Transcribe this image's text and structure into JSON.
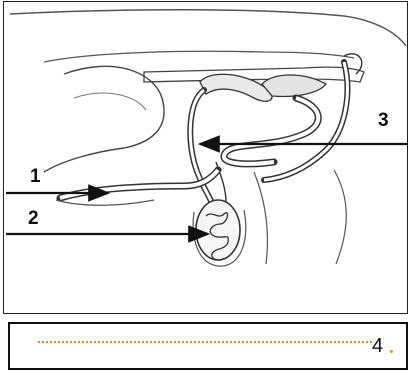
{
  "labels": {
    "one": "1",
    "two": "2",
    "three": "3"
  },
  "answer": {
    "number": "4"
  },
  "colors": {
    "outline": "#333333",
    "dotted_line": "#e8920c",
    "arrow": "#111111"
  }
}
